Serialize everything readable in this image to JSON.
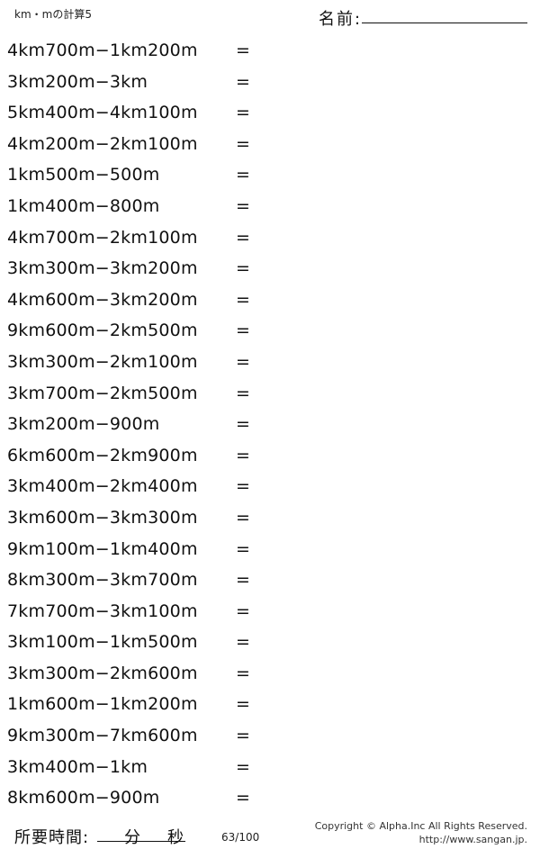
{
  "header": {
    "title": "km・mの計算5",
    "name_label": "名前:"
  },
  "problems": [
    {
      "expr": "4km700m−1km200m",
      "eq": "="
    },
    {
      "expr": "3km200m−3km",
      "eq": "="
    },
    {
      "expr": "5km400m−4km100m",
      "eq": "="
    },
    {
      "expr": "4km200m−2km100m",
      "eq": "="
    },
    {
      "expr": "1km500m−500m",
      "eq": "="
    },
    {
      "expr": "1km400m−800m",
      "eq": "="
    },
    {
      "expr": "4km700m−2km100m",
      "eq": "="
    },
    {
      "expr": "3km300m−3km200m",
      "eq": "="
    },
    {
      "expr": "4km600m−3km200m",
      "eq": "="
    },
    {
      "expr": "9km600m−2km500m",
      "eq": "="
    },
    {
      "expr": "3km300m−2km100m",
      "eq": "="
    },
    {
      "expr": "3km700m−2km500m",
      "eq": "="
    },
    {
      "expr": "3km200m−900m",
      "eq": "="
    },
    {
      "expr": "6km600m−2km900m",
      "eq": "="
    },
    {
      "expr": "3km400m−2km400m",
      "eq": "="
    },
    {
      "expr": "3km600m−3km300m",
      "eq": "="
    },
    {
      "expr": "9km100m−1km400m",
      "eq": "="
    },
    {
      "expr": "8km300m−3km700m",
      "eq": "="
    },
    {
      "expr": "7km700m−3km100m",
      "eq": "="
    },
    {
      "expr": "3km100m−1km500m",
      "eq": "="
    },
    {
      "expr": "3km300m−2km600m",
      "eq": "="
    },
    {
      "expr": "1km600m−1km200m",
      "eq": "="
    },
    {
      "expr": "9km300m−7km600m",
      "eq": "="
    },
    {
      "expr": "3km400m−1km",
      "eq": "="
    },
    {
      "expr": "8km600m−900m",
      "eq": "="
    }
  ],
  "footer": {
    "time_label": "所要時間:",
    "minutes_label": "分",
    "seconds_label": "秒",
    "page_number": "63/100",
    "copyright": "Copyright © Alpha.Inc All Rights Reserved.",
    "url": "http://www.sangan.jp."
  }
}
